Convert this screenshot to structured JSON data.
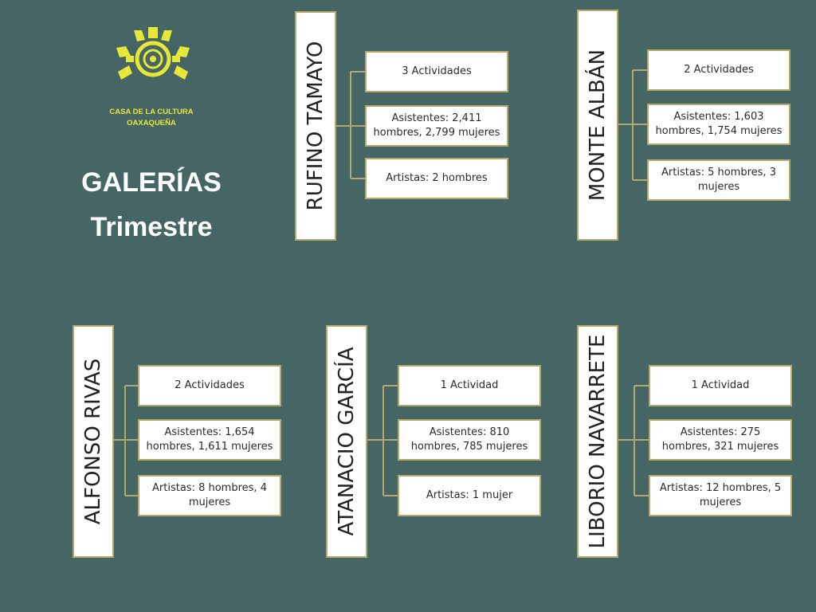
{
  "header": {
    "org_name": "CASA DE LA CULTURA\nOAXAQUEÑA",
    "title": "GALERÍAS",
    "subtitle": "Trimestre",
    "accent_color": "#e9e63a",
    "background_color": "#456665",
    "logo_icon": "sun-mandala-icon"
  },
  "galleries": [
    {
      "name": "RUFINO TAMAYO",
      "items": [
        "3  Actividades",
        "Asistentes: 2,411 hombres, 2,799 mujeres",
        "Artistas: 2 hombres"
      ]
    },
    {
      "name": "MONTE ALBÁN",
      "items": [
        "2 Actividades",
        "Asistentes: 1,603 hombres, 1,754 mujeres",
        "Artistas: 5  hombres, 3 mujeres"
      ]
    },
    {
      "name": "ALFONSO RIVAS",
      "items": [
        "2 Actividades",
        "Asistentes: 1,654 hombres, 1,611 mujeres",
        "Artistas: 8 hombres, 4 mujeres"
      ]
    },
    {
      "name": "ATANACIO GARCÍA",
      "items": [
        "1 Actividad",
        "Asistentes: 810 hombres, 785 mujeres",
        "Artistas: 1  mujer"
      ]
    },
    {
      "name": "LIBORIO NAVARRETE",
      "items": [
        "1 Actividad",
        "Asistentes: 275 hombres, 321 mujeres",
        "Artistas: 12 hombres, 5 mujeres"
      ]
    }
  ]
}
